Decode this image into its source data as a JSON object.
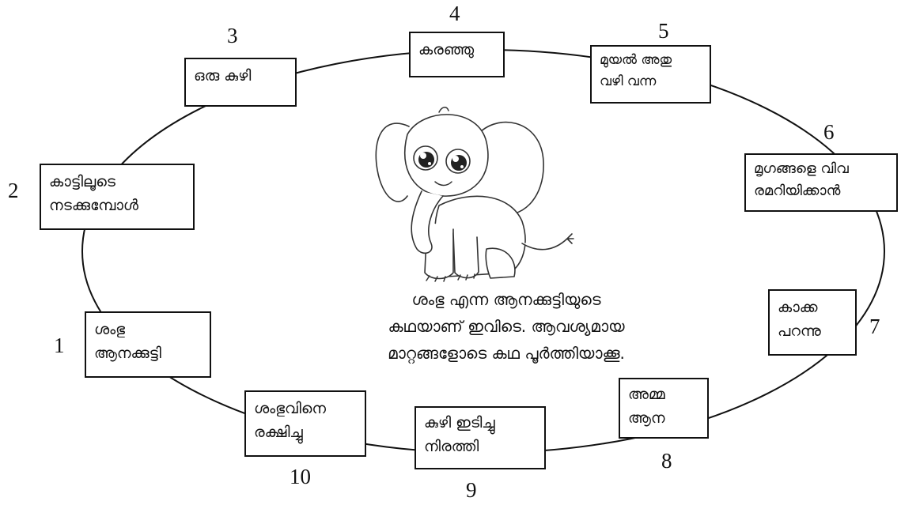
{
  "diagram": {
    "steps": [
      {
        "number": "1",
        "lines": [
          "ശംഭു",
          "ആനക്കുട്ടി"
        ]
      },
      {
        "number": "2",
        "lines": [
          "കാട്ടിലൂടെ",
          "നടക്കുമ്പോൾ"
        ]
      },
      {
        "number": "3",
        "lines": [
          "ഒരു കുഴി"
        ]
      },
      {
        "number": "4",
        "lines": [
          "കരഞ്ഞു"
        ]
      },
      {
        "number": "5",
        "lines": [
          "മുയൽ അതു",
          "വഴി വന്ന"
        ]
      },
      {
        "number": "6",
        "lines": [
          "മൃഗങ്ങളെ വിവ",
          "രമറിയിക്കാൻ"
        ]
      },
      {
        "number": "7",
        "lines": [
          "കാക്ക",
          "പറന്നു"
        ]
      },
      {
        "number": "8",
        "lines": [
          "അമ്മ",
          "ആന"
        ]
      },
      {
        "number": "9",
        "lines": [
          "കുഴി ഇടിച്ചു",
          "നിരത്തി"
        ]
      },
      {
        "number": "10",
        "lines": [
          "ശംഭുവിനെ",
          "രക്ഷിച്ചു"
        ]
      }
    ],
    "instruction": [
      "ശംഭു എന്ന ആനക്കുട്ടിയുടെ",
      "കഥയാണ് ഇവിടെ. ആവശ്യമായ",
      "മാറ്റങ്ങളോടെ കഥ പൂർത്തിയാക്കൂ."
    ],
    "picture_icon": "baby-elephant-illustration"
  }
}
